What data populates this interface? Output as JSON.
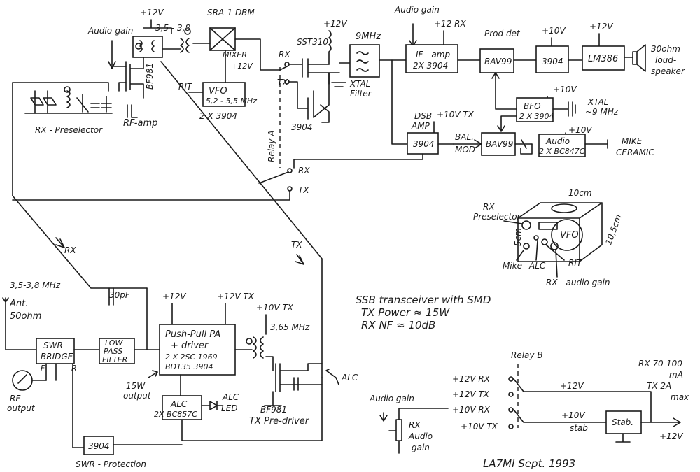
{
  "title": {
    "line1": "SSB transceiver with SMD",
    "line2": "TX Power ≈ 15W",
    "line3": "RX NF ≈ 10dB"
  },
  "signature": "LA7MI Sept. 1993",
  "rx_chain": {
    "audio_gain_top": "Audio-gain",
    "v12_rf": "+12V",
    "rf_coil": "3,5 - 3,8",
    "dbm": "SRA-1 DBM",
    "mixer": "MIXER",
    "v12_mixer": "+12V",
    "rit": "RIT",
    "vfo": "VFO",
    "vfo_freq": "5,2 - 5,5 MHz",
    "vfo_trans": "2 X 3904",
    "bf981": "BF981",
    "rf_amp": "RF-amp",
    "rx_preselector": "RX - Preselector",
    "rx_small": "RX",
    "tx_small": "TX",
    "sst310": "SST310",
    "v12_sst": "+12V",
    "t3904": "3904",
    "relay_a": "Relay A",
    "xtal_freq": "9MHz",
    "xtal_filter_1": "XTAL",
    "xtal_filter_2": "Filter",
    "audio_gain_if": "Audio gain",
    "v12rx_if": "+12 RX",
    "if_amp": "IF - amp",
    "if_trans": "2X 3904",
    "prod_det": "Prod det",
    "bav99_det": "BAV99",
    "v10_audio": "+10V",
    "audio_3904": "3904",
    "v12_lm": "+12V",
    "lm386": "LM386",
    "speaker_1": "30ohm",
    "speaker_2": "loud-",
    "speaker_3": "speaker",
    "bfo_v10": "+10V",
    "bfo": "BFO",
    "bfo_trans": "2 X 3904",
    "xtal_bfo": "XTAL",
    "xtal_bfo_freq": "~9 MHz"
  },
  "tx_chain": {
    "dsb_amp_1": "DSB",
    "dsb_amp_2": "AMP",
    "dsb_v10": "+10V TX",
    "dsb_3904": "3904",
    "bal_mod_1": "BAL.",
    "bal_mod_2": "MOD",
    "bav99_mod": "BAV99",
    "audio_v10": "+10V",
    "audio_box": "Audio",
    "audio_trans": "2 X BC847C",
    "mike_1": "MIKE",
    "mike_2": "CERAMIC",
    "rx_sw": "RX",
    "tx_sw": "TX"
  },
  "pa_section": {
    "rx_arrow": "RX",
    "tx_arrow": "TX",
    "band": "3,5-3,8 MHz",
    "ant": "Ant.",
    "ohm": "50ohm",
    "cap": "30pF",
    "v12_pa": "+12V",
    "v12tx_pa": "+12V TX",
    "v10tx_pre": "+10V TX",
    "pre_freq": "3,65 MHz",
    "swr_1": "SWR",
    "swr_2": "BRIDGE",
    "lpf_1": "LOW",
    "lpf_2": "PASS",
    "lpf_3": "FILTER",
    "pa_1": "Push-Pull PA",
    "pa_2": "+ driver",
    "pa_3": "2 X 2SC 1969",
    "pa_4": "BD135    3904",
    "out_1": "15W",
    "out_2": "output",
    "alc_box_1": "ALC",
    "alc_box_2": "2X BC857C",
    "alc_led_1": "ALC",
    "alc_led_2": "LED",
    "alc_arrow": "ALC",
    "bf981_pre": "BF981",
    "pre_driver": "TX  Pre-driver",
    "swr_prot_3904": "3904",
    "swr_prot": "SWR - Protection",
    "rf_out_1": "RF-",
    "rf_out_2": "output",
    "f_label": "F",
    "r_label": "R"
  },
  "box_sketch": {
    "width_label": "10cm",
    "depth_label": "10,5cm",
    "height_label": "5cm",
    "preselector_1": "RX",
    "preselector_2": "Preselector",
    "vfo": "VFO",
    "mike": "Mike",
    "alc": "ALC",
    "rit": "RIT",
    "rx_audio_gain": "RX - audio gain"
  },
  "power_section": {
    "relay_b": "Relay B",
    "v12rx": "+12V RX",
    "v12tx": "+12V TX",
    "v10rx": "+10V RX",
    "v10tx": "+10V TX",
    "v12_bus": "+12V",
    "v10_bus": "+10V",
    "stab_label": "stab",
    "stab_box": "Stab.",
    "rx_current": "RX 70-100",
    "ma": "mA",
    "tx_current": "TX  2A",
    "max": "max",
    "input": "+12V",
    "audio_gain": "Audio gain",
    "rx_audio_1": "RX",
    "rx_audio_2": "Audio",
    "rx_audio_3": "gain"
  }
}
